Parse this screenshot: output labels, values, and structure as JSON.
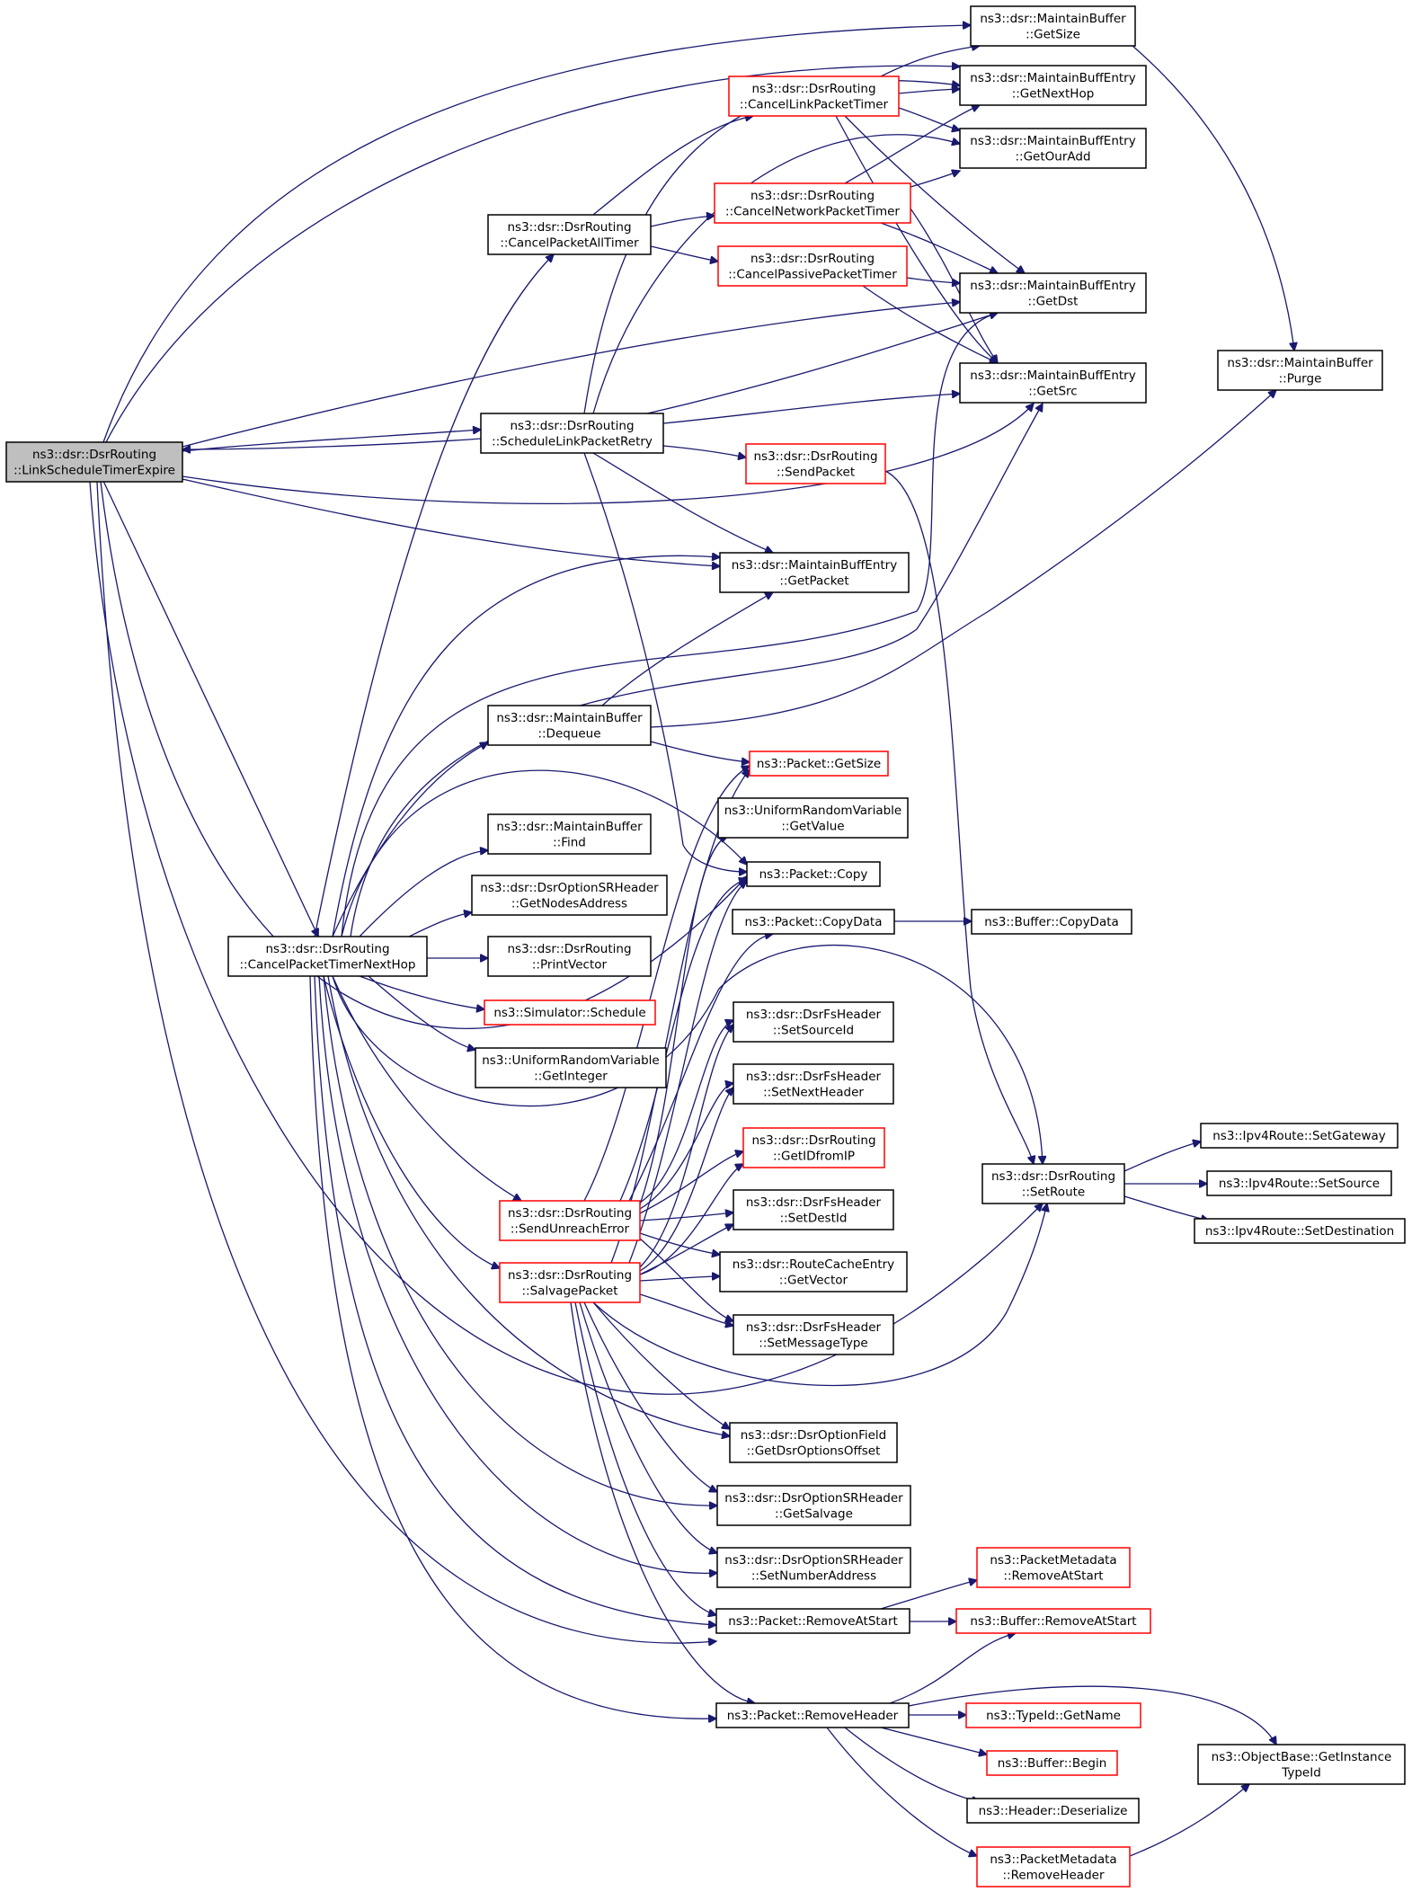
{
  "colors": {
    "edge": "#191970",
    "normal_border": "#000000",
    "link_border": "#ff0000",
    "root_fill": "#bfbfbf",
    "node_fill": "#ffffff"
  },
  "nodes": {
    "linkScheduleTimerExpire": {
      "lines": [
        "ns3::dsr::DsrRouting",
        "::LinkScheduleTimerExpire"
      ],
      "kind": "root"
    },
    "cancelPacketTimerNextHop": {
      "lines": [
        "ns3::dsr::DsrRouting",
        "::CancelPacketTimerNextHop"
      ],
      "kind": "normal"
    },
    "cancelPacketAllTimer": {
      "lines": [
        "ns3::dsr::DsrRouting",
        "::CancelPacketAllTimer"
      ],
      "kind": "normal"
    },
    "scheduleLinkPacketRetry": {
      "lines": [
        "ns3::dsr::DsrRouting",
        "::ScheduleLinkPacketRetry"
      ],
      "kind": "normal"
    },
    "maintainBufferDequeue": {
      "lines": [
        "ns3::dsr::MaintainBuffer",
        "::Dequeue"
      ],
      "kind": "normal"
    },
    "maintainBufferFind": {
      "lines": [
        "ns3::dsr::MaintainBuffer",
        "::Find"
      ],
      "kind": "normal"
    },
    "getNodesAddress": {
      "lines": [
        "ns3::dsr::DsrOptionSRHeader",
        "::GetNodesAddress"
      ],
      "kind": "normal"
    },
    "printVector": {
      "lines": [
        "ns3::dsr::DsrRouting",
        "::PrintVector"
      ],
      "kind": "normal"
    },
    "simulatorSchedule": {
      "lines": [
        "ns3::Simulator::Schedule"
      ],
      "kind": "link"
    },
    "getInteger": {
      "lines": [
        "ns3::UniformRandomVariable",
        "::GetInteger"
      ],
      "kind": "normal"
    },
    "sendUnreachError": {
      "lines": [
        "ns3::dsr::DsrRouting",
        "::SendUnreachError"
      ],
      "kind": "link"
    },
    "salvagePacket": {
      "lines": [
        "ns3::dsr::DsrRouting",
        "::SalvagePacket"
      ],
      "kind": "link"
    },
    "cancelLinkPacketTimer": {
      "lines": [
        "ns3::dsr::DsrRouting",
        "::CancelLinkPacketTimer"
      ],
      "kind": "link"
    },
    "cancelNetworkPacketTimer": {
      "lines": [
        "ns3::dsr::DsrRouting",
        "::CancelNetworkPacketTimer"
      ],
      "kind": "link"
    },
    "cancelPassivePacketTimer": {
      "lines": [
        "ns3::dsr::DsrRouting",
        "::CancelPassivePacketTimer"
      ],
      "kind": "link"
    },
    "sendPacket": {
      "lines": [
        "ns3::dsr::DsrRouting",
        "::SendPacket"
      ],
      "kind": "link"
    },
    "getPacket": {
      "lines": [
        "ns3::dsr::MaintainBuffEntry",
        "::GetPacket"
      ],
      "kind": "normal"
    },
    "packetGetSize": {
      "lines": [
        "ns3::Packet::GetSize"
      ],
      "kind": "link"
    },
    "getValue": {
      "lines": [
        "ns3::UniformRandomVariable",
        "::GetValue"
      ],
      "kind": "normal"
    },
    "packetCopy": {
      "lines": [
        "ns3::Packet::Copy"
      ],
      "kind": "normal"
    },
    "packetCopyData": {
      "lines": [
        "ns3::Packet::CopyData"
      ],
      "kind": "normal"
    },
    "setSourceId": {
      "lines": [
        "ns3::dsr::DsrFsHeader",
        "::SetSourceId"
      ],
      "kind": "normal"
    },
    "setNextHeader": {
      "lines": [
        "ns3::dsr::DsrFsHeader",
        "::SetNextHeader"
      ],
      "kind": "normal"
    },
    "getIDfromIP": {
      "lines": [
        "ns3::dsr::DsrRouting",
        "::GetIDfromIP"
      ],
      "kind": "link"
    },
    "setDestId": {
      "lines": [
        "ns3::dsr::DsrFsHeader",
        "::SetDestId"
      ],
      "kind": "normal"
    },
    "getVector": {
      "lines": [
        "ns3::dsr::RouteCacheEntry",
        "::GetVector"
      ],
      "kind": "normal"
    },
    "setMessageType": {
      "lines": [
        "ns3::dsr::DsrFsHeader",
        "::SetMessageType"
      ],
      "kind": "normal"
    },
    "getDsrOptionsOffset": {
      "lines": [
        "ns3::dsr::DsrOptionField",
        "::GetDsrOptionsOffset"
      ],
      "kind": "normal"
    },
    "getSalvage": {
      "lines": [
        "ns3::dsr::DsrOptionSRHeader",
        "::GetSalvage"
      ],
      "kind": "normal"
    },
    "setNumberAddress": {
      "lines": [
        "ns3::dsr::DsrOptionSRHeader",
        "::SetNumberAddress"
      ],
      "kind": "normal"
    },
    "packetRemoveAtStart": {
      "lines": [
        "ns3::Packet::RemoveAtStart"
      ],
      "kind": "normal"
    },
    "packetRemoveHeader": {
      "lines": [
        "ns3::Packet::RemoveHeader"
      ],
      "kind": "normal"
    },
    "maintainBufferGetSize": {
      "lines": [
        "ns3::dsr::MaintainBuffer",
        "::GetSize"
      ],
      "kind": "normal"
    },
    "getNextHop": {
      "lines": [
        "ns3::dsr::MaintainBuffEntry",
        "::GetNextHop"
      ],
      "kind": "normal"
    },
    "getOurAdd": {
      "lines": [
        "ns3::dsr::MaintainBuffEntry",
        "::GetOurAdd"
      ],
      "kind": "normal"
    },
    "getDst": {
      "lines": [
        "ns3::dsr::MaintainBuffEntry",
        "::GetDst"
      ],
      "kind": "normal"
    },
    "getSrc": {
      "lines": [
        "ns3::dsr::MaintainBuffEntry",
        "::GetSrc"
      ],
      "kind": "normal"
    },
    "bufferCopyData": {
      "lines": [
        "ns3::Buffer::CopyData"
      ],
      "kind": "normal"
    },
    "setRoute": {
      "lines": [
        "ns3::dsr::DsrRouting",
        "::SetRoute"
      ],
      "kind": "normal"
    },
    "metadataRemoveAtStart": {
      "lines": [
        "ns3::PacketMetadata",
        "::RemoveAtStart"
      ],
      "kind": "link"
    },
    "bufferRemoveAtStart": {
      "lines": [
        "ns3::Buffer::RemoveAtStart"
      ],
      "kind": "link"
    },
    "typeIdGetName": {
      "lines": [
        "ns3::TypeId::GetName"
      ],
      "kind": "link"
    },
    "bufferBegin": {
      "lines": [
        "ns3::Buffer::Begin"
      ],
      "kind": "link"
    },
    "headerDeserialize": {
      "lines": [
        "ns3::Header::Deserialize"
      ],
      "kind": "normal"
    },
    "metadataRemoveHeader": {
      "lines": [
        "ns3::PacketMetadata",
        "::RemoveHeader"
      ],
      "kind": "link"
    },
    "maintainBufferPurge": {
      "lines": [
        "ns3::dsr::MaintainBuffer",
        "::Purge"
      ],
      "kind": "normal"
    },
    "setGateway": {
      "lines": [
        "ns3::Ipv4Route::SetGateway"
      ],
      "kind": "normal"
    },
    "setSource": {
      "lines": [
        "ns3::Ipv4Route::SetSource"
      ],
      "kind": "normal"
    },
    "setDestination": {
      "lines": [
        "ns3::Ipv4Route::SetDestination"
      ],
      "kind": "normal"
    },
    "getInstanceTypeId": {
      "lines": [
        "ns3::ObjectBase::GetInstance",
        "TypeId"
      ],
      "kind": "normal"
    }
  }
}
